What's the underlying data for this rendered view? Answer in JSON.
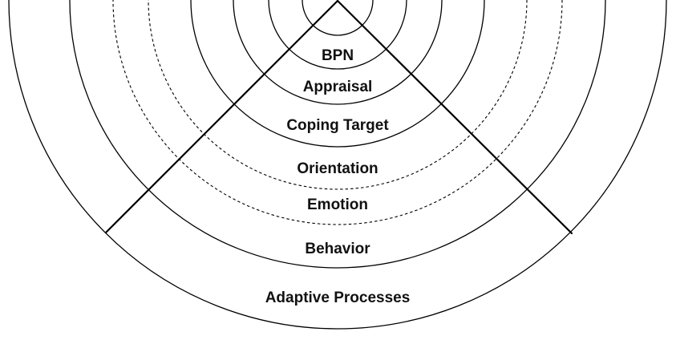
{
  "diagram": {
    "labels": {
      "bpn": "BPN",
      "appraisal": "Appraisal",
      "coping_target": "Coping Target",
      "orientation": "Orientation",
      "emotion": "Emotion",
      "behavior": "Behavior",
      "adaptive_processes": "Adaptive Processes"
    }
  },
  "colors": {
    "stroke": "#000000",
    "text": "#111111",
    "background": "#ffffff"
  }
}
